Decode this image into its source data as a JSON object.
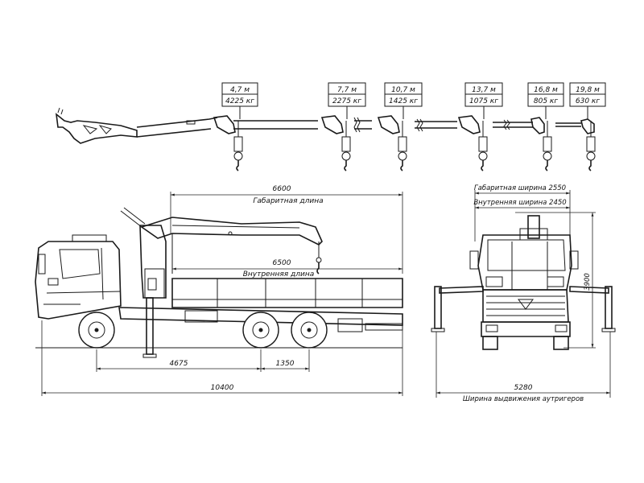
{
  "boom_capacities": [
    {
      "reach": "4,7 м",
      "load": "4225 кг"
    },
    {
      "reach": "7,7 м",
      "load": "2275 кг"
    },
    {
      "reach": "10,7 м",
      "load": "1425 кг"
    },
    {
      "reach": "13,7 м",
      "load": "1075 кг"
    },
    {
      "reach": "16,8 м",
      "load": "805 кг"
    },
    {
      "reach": "19,8 м",
      "load": "630 кг"
    }
  ],
  "side_view": {
    "overall_length_value": "6600",
    "overall_length_label": "Габаритная длина",
    "inner_length_value": "6500",
    "inner_length_label": "Внутренняя длина",
    "wheelbase_value": "4675",
    "axle_spacing_value": "1350",
    "total_length_value": "10400"
  },
  "rear_view": {
    "overall_width_label": "Габаритная ширина 2550",
    "inner_width_label": "Внутренняя ширина 2450",
    "height_value": "3900",
    "outrigger_width_value": "5280",
    "outrigger_width_label": "Ширина выдвижения аутригеров"
  }
}
